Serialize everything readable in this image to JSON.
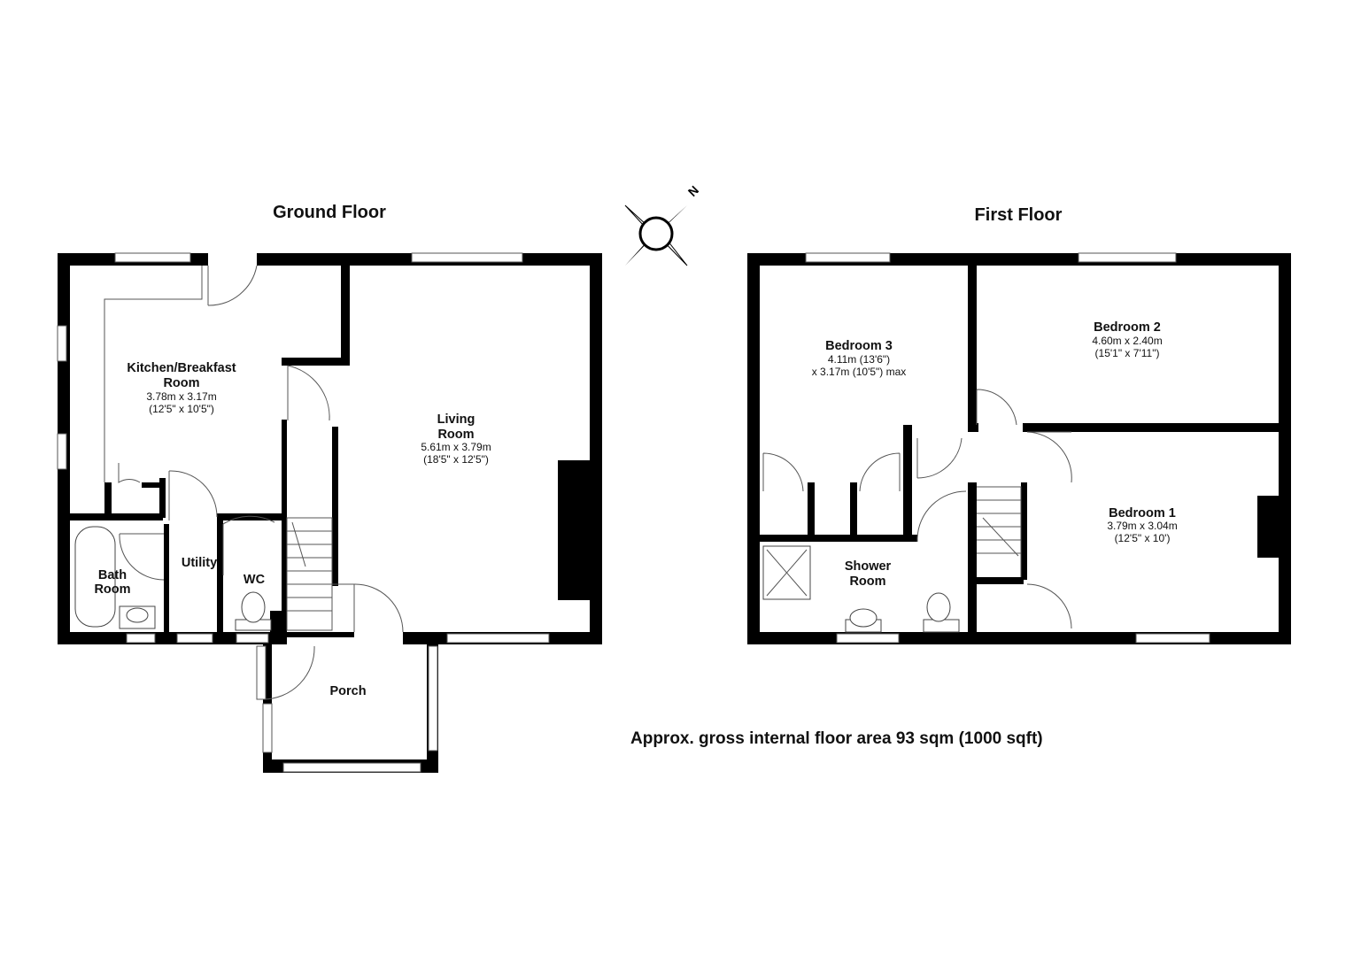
{
  "ground_floor": {
    "title": "Ground Floor",
    "rooms": {
      "kitchen": {
        "name_line1": "Kitchen/Breakfast",
        "name_line2": "Room",
        "dim_m": "3.78m x 3.17m",
        "dim_ft": "(12'5\" x 10'5\")"
      },
      "living": {
        "name_line1": "Living",
        "name_line2": "Room",
        "dim_m": "5.61m x 3.79m",
        "dim_ft": "(18'5\" x 12'5\")"
      },
      "bathroom": {
        "name_line1": "Bath",
        "name_line2": "Room"
      },
      "utility": {
        "name": "Utility"
      },
      "wc": {
        "name": "WC"
      },
      "porch": {
        "name": "Porch"
      }
    }
  },
  "first_floor": {
    "title": "First Floor",
    "rooms": {
      "bedroom3": {
        "name": "Bedroom 3",
        "dim_line1": "4.11m (13'6\")",
        "dim_line2": "x 3.17m (10'5\") max"
      },
      "bedroom2": {
        "name": "Bedroom 2",
        "dim_m": "4.60m x 2.40m",
        "dim_ft": "(15'1\" x 7'11\")"
      },
      "bedroom1": {
        "name": "Bedroom 1",
        "dim_m": "3.79m x 3.04m",
        "dim_ft": "(12'5\" x 10')"
      },
      "shower": {
        "name_line1": "Shower",
        "name_line2": "Room"
      }
    }
  },
  "compass": {
    "north_label": "N",
    "icon": "compass-icon"
  },
  "area_note": "Approx. gross internal floor area 93 sqm (1000 sqft)"
}
